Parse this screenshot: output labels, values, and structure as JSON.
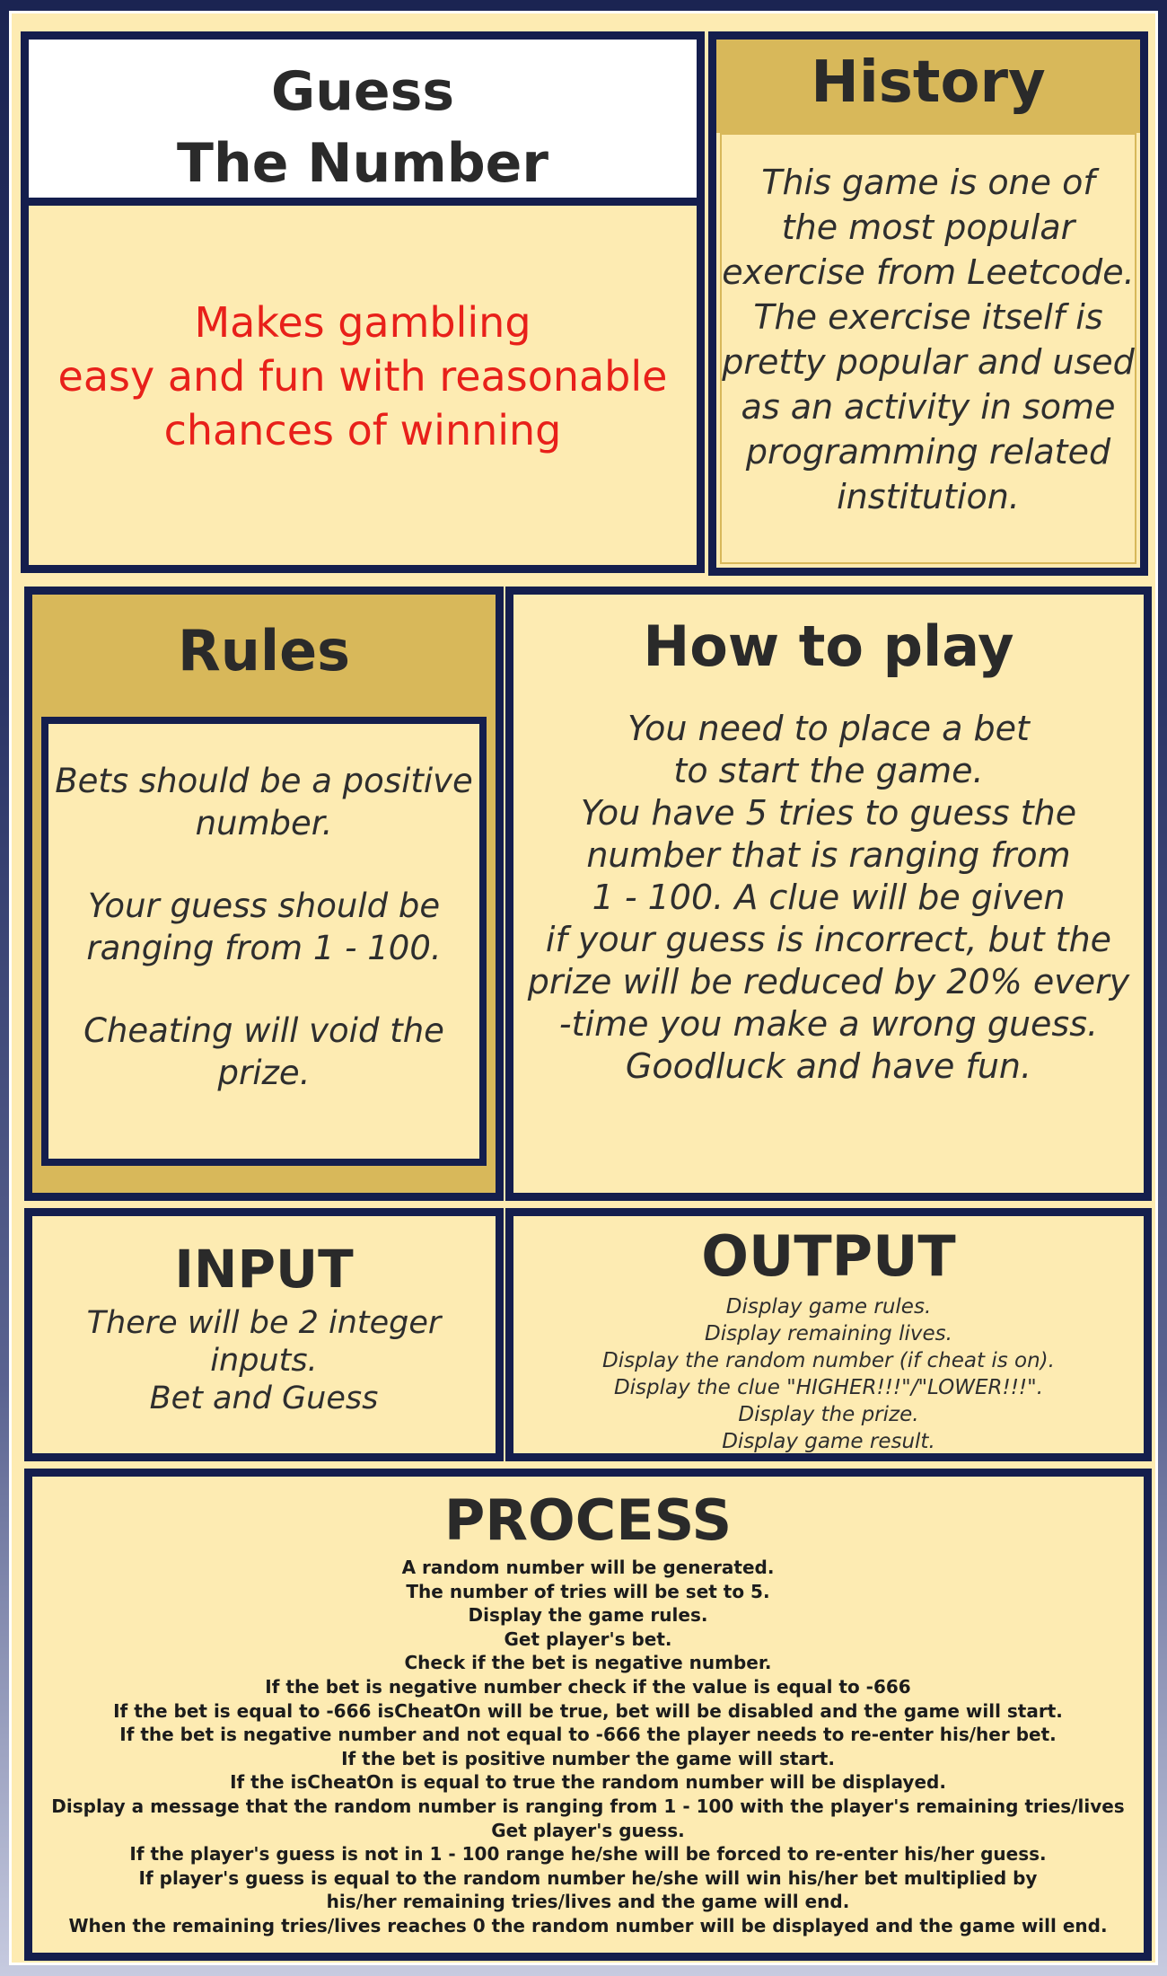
{
  "title": {
    "line1": "Guess",
    "line2": "The Number"
  },
  "tagline": {
    "lines": [
      "Makes gambling",
      "easy and fun with reasonable",
      "chances of winning"
    ],
    "color": "#e8201a"
  },
  "history": {
    "heading": "History",
    "lines": [
      "This game is one of",
      "the most popular",
      "exercise from Leetcode.",
      "The exercise itself is",
      "pretty popular and used",
      "as an activity in some",
      "programming related",
      "institution."
    ]
  },
  "rules": {
    "heading": "Rules",
    "paragraphs": [
      [
        "Bets should be a positive",
        "number."
      ],
      [
        "Your guess should be",
        "ranging from 1 - 100."
      ],
      [
        "Cheating will void the",
        "prize."
      ]
    ]
  },
  "how_to_play": {
    "heading": "How to play",
    "lines": [
      "You need to place a bet",
      "to start the game.",
      "You have 5 tries to guess the",
      "number that is ranging from",
      "1 - 100. A clue will be given",
      "if your guess is incorrect, but the",
      "prize will be reduced by 20% every",
      "-time you make a wrong guess.",
      "Goodluck and have fun."
    ]
  },
  "input": {
    "heading": "INPUT",
    "lines": [
      "There will be 2 integer",
      "inputs.",
      "Bet and Guess"
    ]
  },
  "output": {
    "heading": "OUTPUT",
    "lines": [
      "Display game rules.",
      "Display remaining lives.",
      "Display the random number (if cheat is on).",
      "Display the clue \"HIGHER!!!\"/\"LOWER!!!\".",
      "Display the prize.",
      "Display game result."
    ]
  },
  "process": {
    "heading": "PROCESS",
    "lines": [
      "A random number will be generated.",
      "The number of tries will be set to 5.",
      "Display the game rules.",
      "Get player's bet.",
      "Check if the bet is negative number.",
      "If the bet is negative number check if the value is equal to -666",
      "If the bet is equal to -666 isCheatOn will be true, bet will be disabled and the game will start.",
      "If the bet is negative number and not equal to -666 the player needs to re-enter his/her bet.",
      "If the bet is positive number the game will start.",
      "If the isCheatOn is equal to true the random number will be displayed.",
      "Display a message that the random number is ranging from 1 - 100 with the player's remaining tries/lives",
      "Get player's guess.",
      "If the player's guess is not in 1 - 100 range he/she will be forced to re-enter his/her guess.",
      "If player's guess is equal to the random number he/she will win his/her bet multiplied by",
      "his/her remaining tries/lives and the game will end.",
      "When the remaining tries/lives reaches 0 the random number will be displayed and the game will end."
    ]
  },
  "colors": {
    "border": "#141e4d",
    "panel": "#fdebb2",
    "gold": "#d8b85a",
    "accent_red": "#e8201a"
  }
}
